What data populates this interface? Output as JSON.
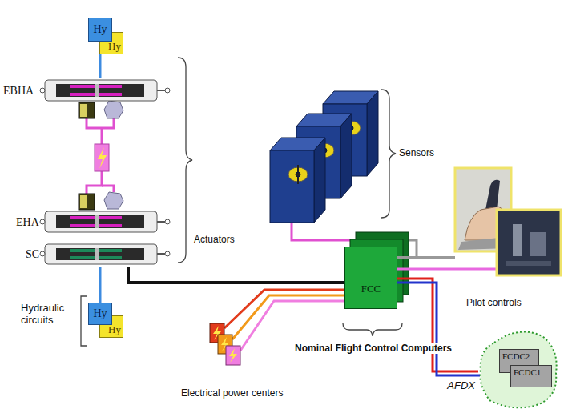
{
  "diagram": {
    "nodes": [
      {
        "text": [
          "Hy"
        ]
      },
      {
        "text": [
          "Hy"
        ]
      },
      {
        "text": [
          "EBHA"
        ]
      },
      {
        "text": [
          "EHA"
        ]
      },
      {
        "text": [
          "SC"
        ]
      },
      {
        "text": [
          "Hy"
        ]
      },
      {
        "text": [
          "Hy"
        ]
      },
      {
        "text": [
          "FCC"
        ]
      },
      {
        "text": [
          "AFDX"
        ]
      },
      {
        "text": [
          "FCDC2"
        ],
        "in": 8
      },
      {
        "text": [
          "FCDC1"
        ],
        "in": 8
      }
    ],
    "edges": [
      {
        "from": 0,
        "to": 2,
        "arrow": "none"
      },
      {
        "from": 4,
        "to": 5,
        "arrow": "none"
      },
      {
        "from": 7,
        "to": 4,
        "arrow": "none"
      },
      {
        "from": 7,
        "to": 8,
        "arrow": "none"
      }
    ],
    "labels": [
      "Actuators",
      "Sensors",
      "Hydraulic circuits",
      "Pilot controls",
      "Nominal Flight Control Computers",
      "Electrical power centers"
    ]
  }
}
